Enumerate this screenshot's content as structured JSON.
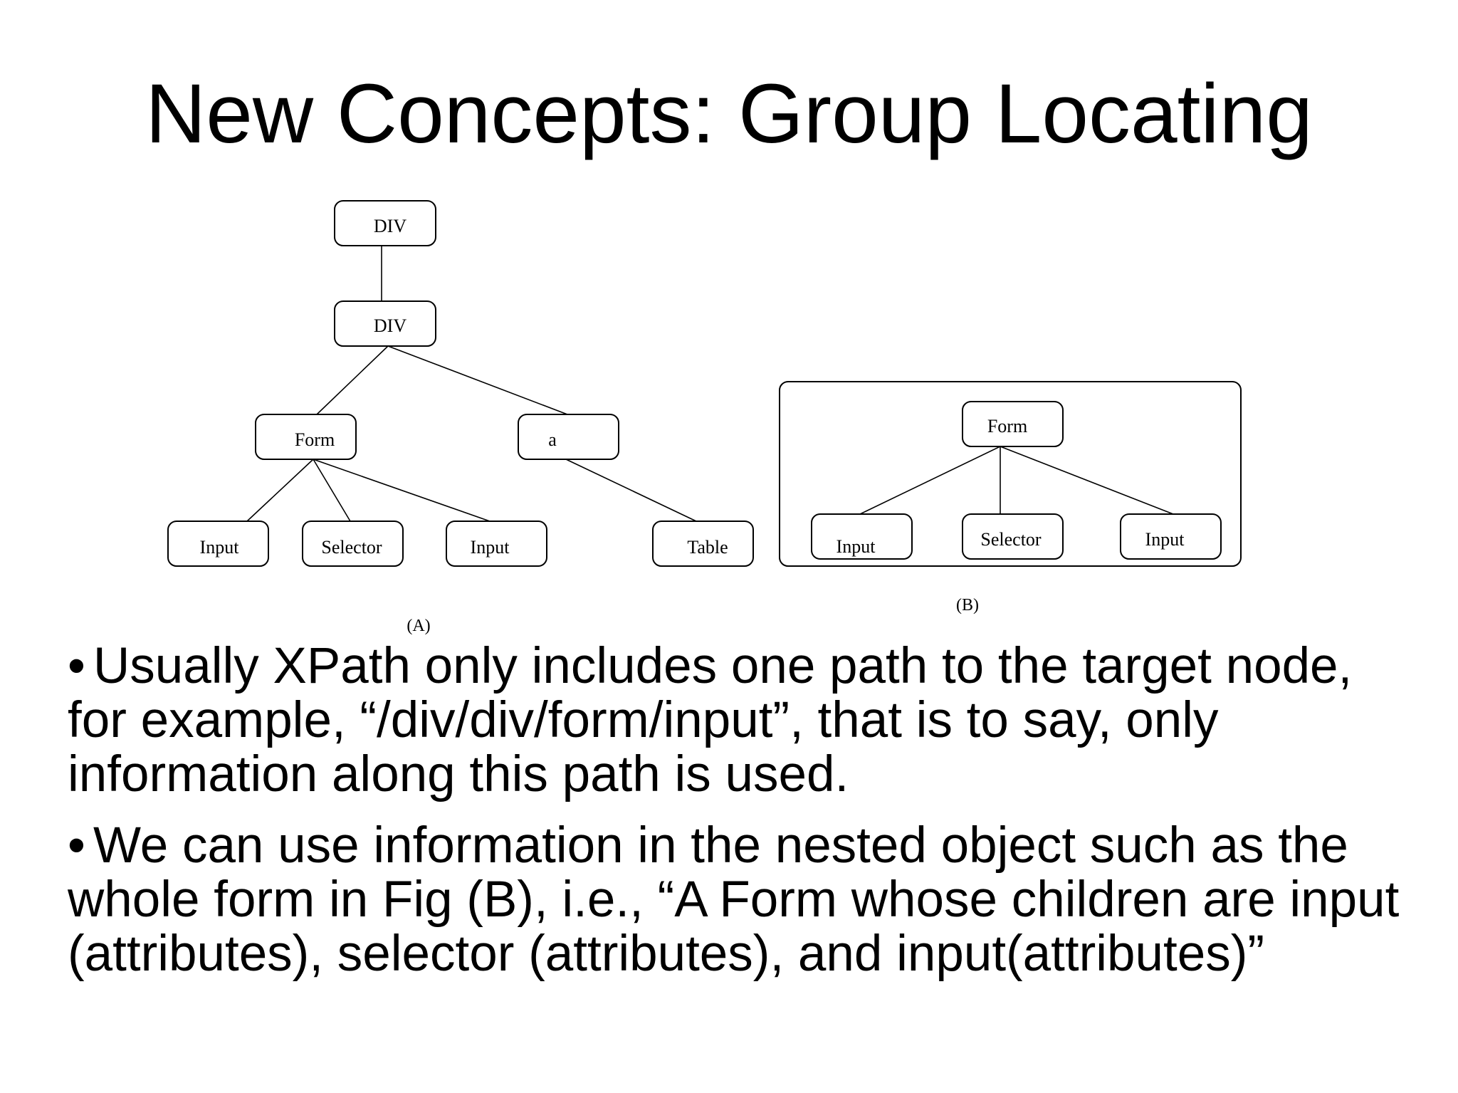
{
  "slide": {
    "title": "New Concepts: Group Locating"
  },
  "figure_a": {
    "caption": "(A)",
    "nodes": {
      "div_root": "DIV",
      "div_child": "DIV",
      "form": "Form",
      "a": "a",
      "input_1": "Input",
      "selector": "Selector",
      "input_2": "Input",
      "table": "Table"
    }
  },
  "figure_b": {
    "caption": "(B)",
    "nodes": {
      "form": "Form",
      "input_1": "Input",
      "selector": "Selector",
      "input_2": "Input"
    }
  },
  "bullets": [
    {
      "marker": "•",
      "text": "Usually XPath only includes one path to the target node, for example, “/div/div/form/input”, that is to say, only information along this path is used."
    },
    {
      "marker": "•",
      "text": "We can use information in the nested object such as the whole form in Fig (B), i.e., “A Form whose children are input (attributes), selector (attributes), and input(attributes)”"
    }
  ]
}
